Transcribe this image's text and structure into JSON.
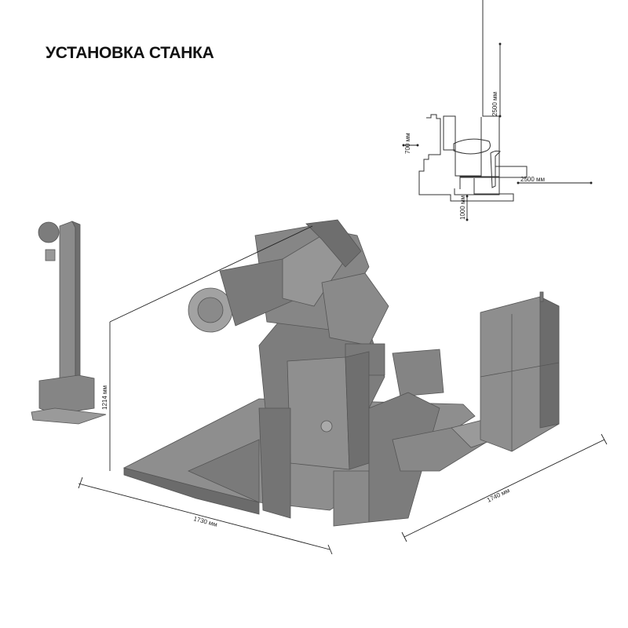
{
  "title": "УСТАНОВКА СТАНКА",
  "layout_diagram": {
    "clearance_top": "2500 мм",
    "clearance_left": "700 мм",
    "clearance_right": "2500 мм",
    "clearance_bottom": "1000 мм"
  },
  "machine_dimensions": {
    "height": "1214 мм",
    "width": "1730 мм",
    "depth": "1740 мм"
  },
  "colors": {
    "machine": "#8a8a8a",
    "lines": "#222222"
  }
}
